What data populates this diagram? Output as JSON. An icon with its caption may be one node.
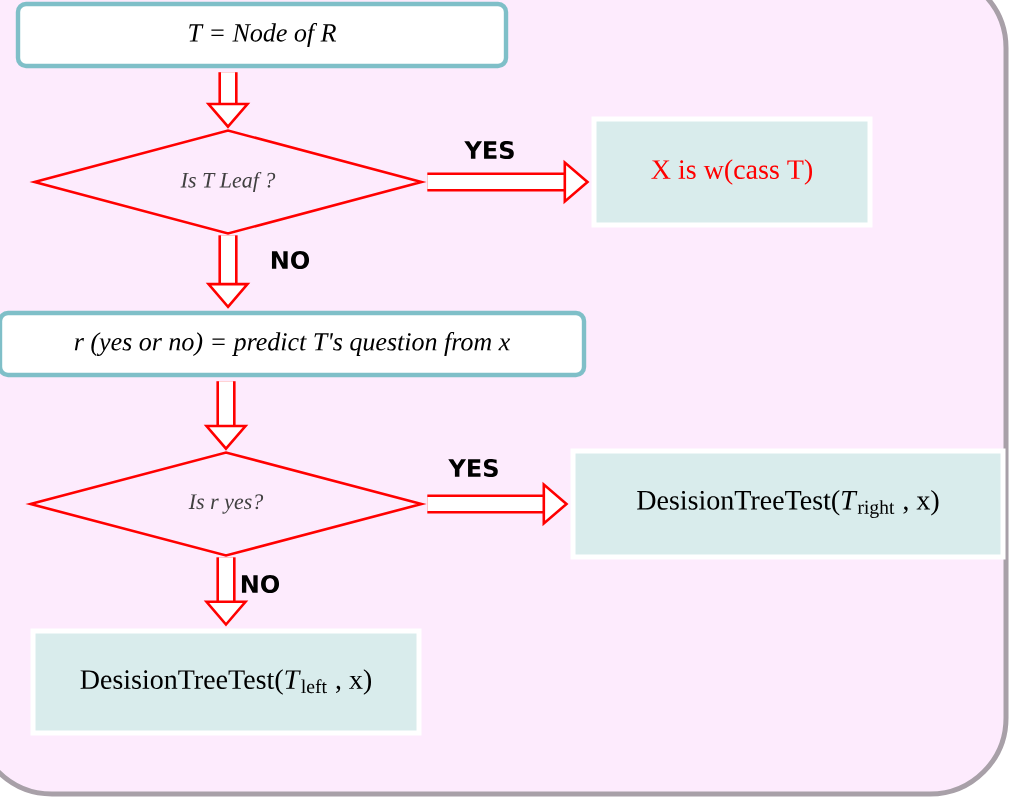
{
  "diagram": {
    "nodes": [
      {
        "text": [
          "T = Node of R"
        ]
      },
      {
        "text": [
          "Is T Leaf ?"
        ]
      },
      {
        "text": [
          "X is w(cass T)"
        ]
      },
      {
        "text": [
          "r (yes or no) = predict T's question from x"
        ]
      },
      {
        "text": [
          "Is r yes?"
        ]
      },
      {
        "text": [
          "DesisionTreeTest(*T*$_{right}$ , x)"
        ]
      },
      {
        "text": [
          "DesisionTreeTest(*T*$_{left}$ , x)"
        ]
      }
    ],
    "edges": [
      {
        "from": 0,
        "to": 1,
        "arrow": "to"
      },
      {
        "from": 1,
        "to": 2,
        "arrow": "to",
        "label": "YES"
      },
      {
        "from": 1,
        "to": 3,
        "arrow": "to",
        "label": "NO"
      },
      {
        "from": 3,
        "to": 4,
        "arrow": "to"
      },
      {
        "from": 4,
        "to": 5,
        "arrow": "to",
        "label": "YES"
      },
      {
        "from": 4,
        "to": 6,
        "arrow": "to",
        "label": "NO"
      }
    ]
  }
}
